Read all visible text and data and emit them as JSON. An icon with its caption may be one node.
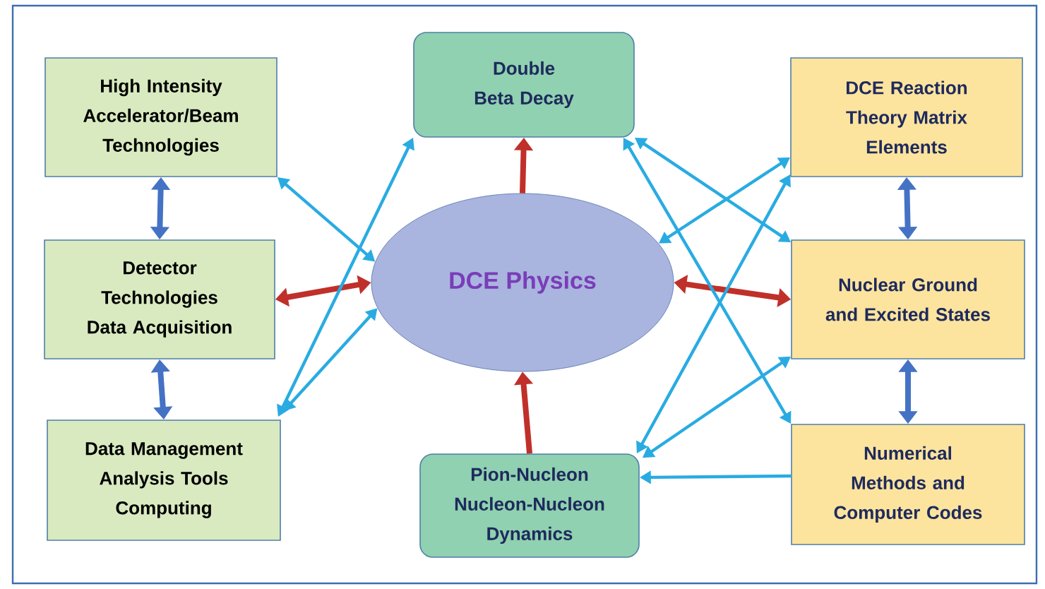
{
  "diagram": {
    "nodes": [
      {
        "text": [
          "High Intensity Accelerator/Beam Technologies"
        ]
      },
      {
        "text": [
          "Detector Technologies Data Acquisition"
        ]
      },
      {
        "text": [
          "Data Management Analysis Tools Computing"
        ]
      },
      {
        "text": [
          "Double Beta Decay"
        ]
      },
      {
        "text": [
          "DCE Physics"
        ]
      },
      {
        "text": [
          "DCE Reaction Theory Matrix Elements"
        ]
      },
      {
        "text": [
          "Nuclear Ground and Excited States"
        ]
      },
      {
        "text": [
          "Numerical Methods and Computer Codes"
        ]
      },
      {
        "text": [
          "Pion-Nucleon Nucleon-Nucleon Dynamics"
        ]
      }
    ],
    "edges": [
      {
        "from": 0,
        "to": 1,
        "arrow": "both",
        "style": "thick",
        "color": "#4472c4"
      },
      {
        "from": 1,
        "to": 2,
        "arrow": "both",
        "style": "thick",
        "color": "#4472c4"
      },
      {
        "from": 0,
        "to": 4,
        "arrow": "both"
      },
      {
        "from": 1,
        "to": 4,
        "arrow": "both",
        "style": "thick",
        "color": "#c0302a"
      },
      {
        "from": 2,
        "to": 3,
        "arrow": "both"
      },
      {
        "from": 2,
        "to": 4,
        "arrow": "both"
      },
      {
        "from": 4,
        "to": 3,
        "arrow": "to",
        "style": "thick",
        "color": "#c0302a"
      },
      {
        "from": 8,
        "to": 4,
        "arrow": "to",
        "style": "thick",
        "color": "#c0302a"
      },
      {
        "from": 4,
        "to": 6,
        "arrow": "both",
        "style": "thick",
        "color": "#c0302a"
      },
      {
        "from": 5,
        "to": 6,
        "arrow": "both",
        "style": "thick",
        "color": "#4472c4"
      },
      {
        "from": 6,
        "to": 7,
        "arrow": "both",
        "style": "thick",
        "color": "#4472c4"
      },
      {
        "from": 3,
        "to": 6,
        "arrow": "both"
      },
      {
        "from": 3,
        "to": 7,
        "arrow": "both"
      },
      {
        "from": 5,
        "to": 4,
        "arrow": "both"
      },
      {
        "from": 8,
        "to": 5,
        "arrow": "both"
      },
      {
        "from": 8,
        "to": 6,
        "arrow": "both"
      },
      {
        "from": 7,
        "to": 8,
        "arrow": "to"
      }
    ]
  }
}
